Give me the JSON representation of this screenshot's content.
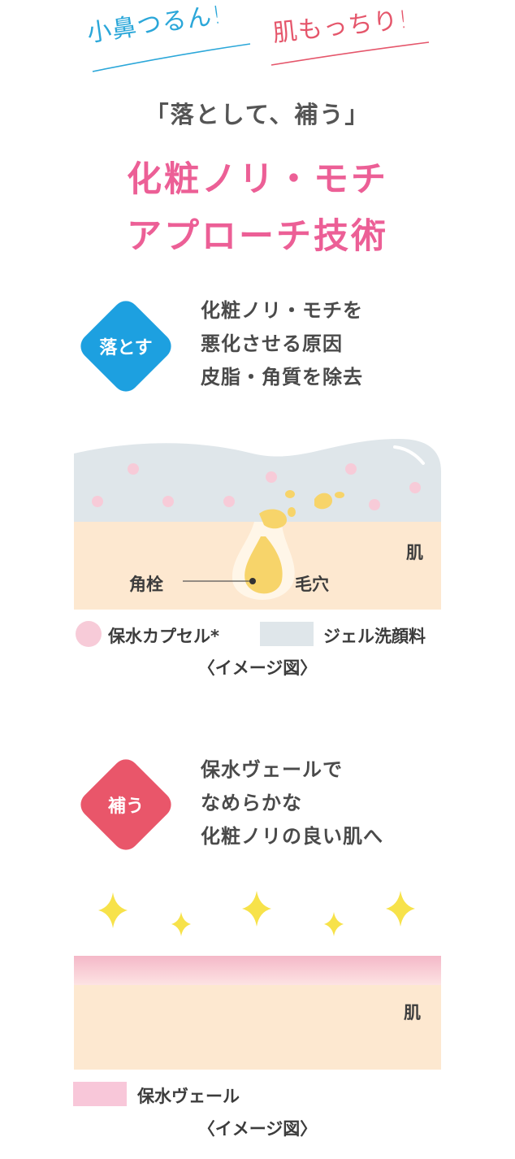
{
  "header": {
    "handwritten_left": "小鼻つるん!",
    "handwritten_right": "肌もっちり!",
    "subtitle": "「落として、補う」",
    "title_line1": "化粧ノリ・モチ",
    "title_line2": "アプローチ技術"
  },
  "section1": {
    "badge": "落とす",
    "desc_line1": "化粧ノリ・モチを",
    "desc_line2": "悪化させる原因",
    "desc_line3": "皮脂・角質を除去",
    "label_skin": "肌",
    "label_plug": "角栓",
    "label_pore": "毛穴",
    "legend_capsule": "保水カプセル*",
    "legend_gel": "ジェル洗顔料",
    "caption": "〈イメージ図〉"
  },
  "section2": {
    "badge": "補う",
    "desc_line1": "保水ヴェールで",
    "desc_line2": "なめらかな",
    "desc_line3": "化粧ノリの良い肌へ",
    "label_skin": "肌",
    "legend_veil": "保水ヴェール",
    "caption": "〈イメージ図〉"
  },
  "colors": {
    "blue": "#1da0e0",
    "red": "#e9566a",
    "pink_title": "#ec5f96",
    "skin": "#fde8d0",
    "gel": "#dfe6ea",
    "capsule": "#f7cbd8",
    "sebum": "#f7d46a",
    "sparkle": "#f7e24a",
    "veil": "#f8c7d9"
  }
}
